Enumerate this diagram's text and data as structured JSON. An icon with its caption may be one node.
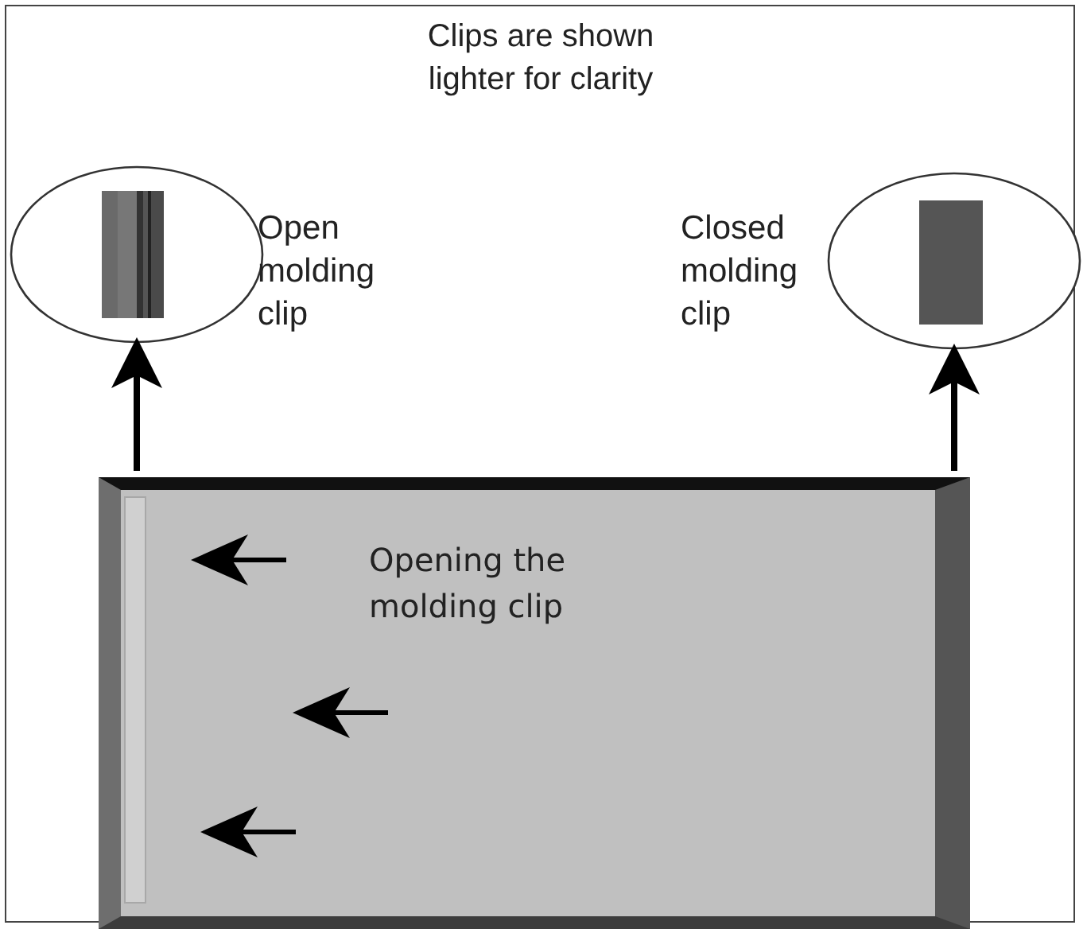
{
  "diagram": {
    "nodes": [
      {
        "text": [],
        "shape": "circle",
        "beside": [
          "Open molding clip"
        ]
      },
      {
        "text": [],
        "shape": "circle",
        "beside": [
          "Closed molding clip"
        ]
      },
      {
        "text": [
          "Opening the molding clip"
        ]
      }
    ],
    "edges": [
      {
        "from": 2,
        "to": 0,
        "arrow": "to"
      },
      {
        "from": 2,
        "to": 1,
        "arrow": "to"
      }
    ],
    "labels": [
      "Clips are shown lighter for clarity"
    ]
  }
}
